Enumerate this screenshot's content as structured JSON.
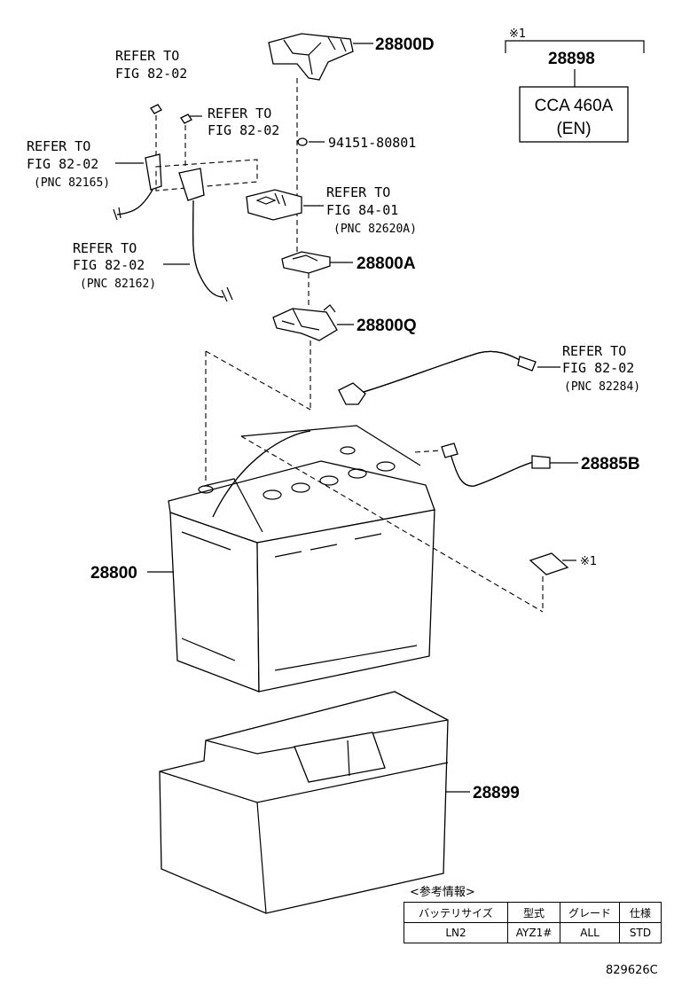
{
  "labels": {
    "p28800D": "28800D",
    "p28898": "28898",
    "note_mark": "※1",
    "cca": "CCA  460A",
    "en": "(EN)",
    "refer_to": "REFER TO",
    "fig_82_02": "FIG 82-02",
    "fig_84_01": "FIG 84-01",
    "bolt": "94151-80801",
    "pnc_82165": "(PNC 82165)",
    "pnc_82162": "(PNC 82162)",
    "pnc_82620A": "(PNC 82620A)",
    "pnc_82284": "(PNC 82284)",
    "p28800A": "28800A",
    "p28800Q": "28800Q",
    "p28885B": "28885B",
    "p28800": "28800",
    "p28899": "28899"
  },
  "info_table": {
    "title": "<参考情報>",
    "headers": [
      "バッテリサイズ",
      "型式",
      "グレード",
      "仕様"
    ],
    "row": [
      "LN2",
      "AYZ1#",
      "ALL",
      "STD"
    ]
  },
  "figure_id": "829626C"
}
